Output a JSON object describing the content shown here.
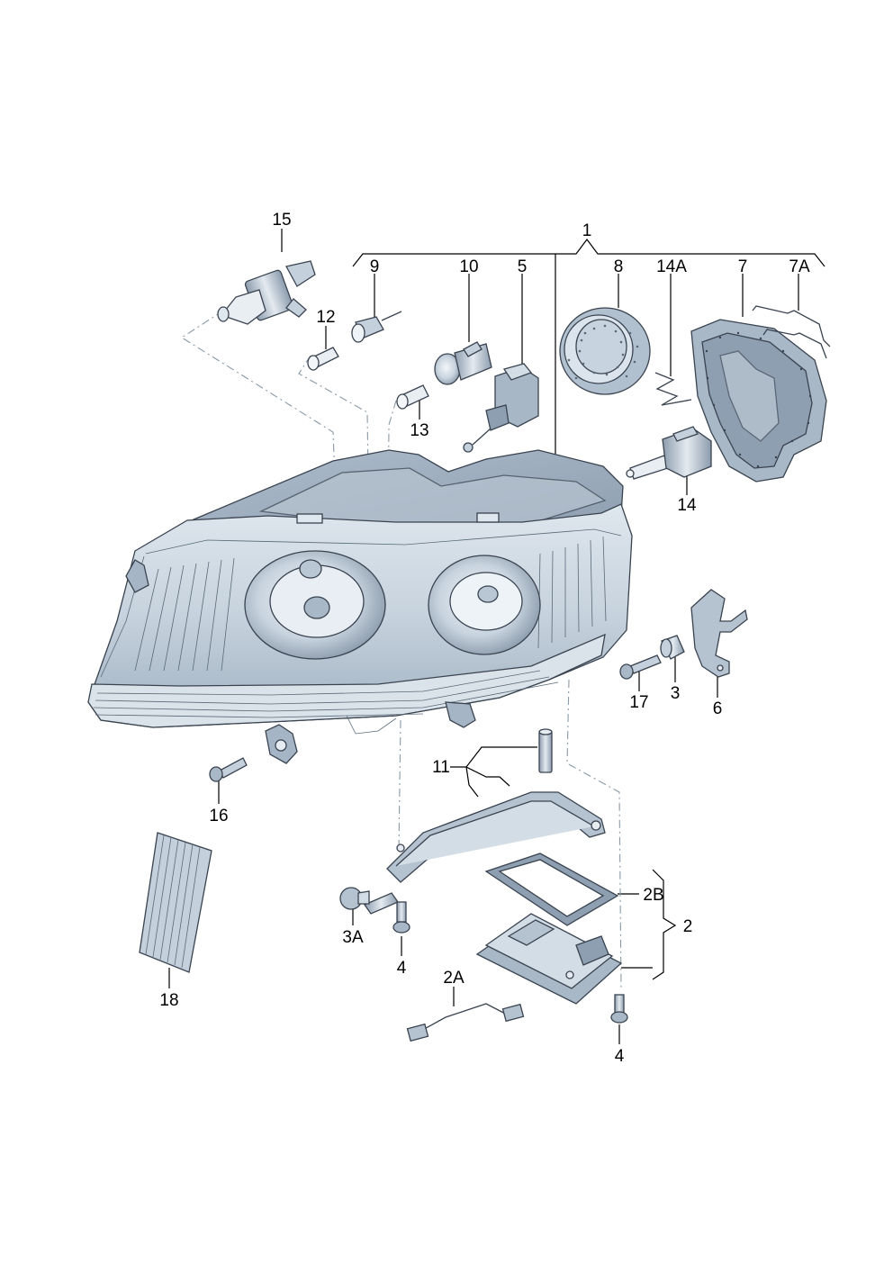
{
  "callouts": {
    "c1": "1",
    "c2": "2",
    "c2A": "2A",
    "c2B": "2B",
    "c3": "3",
    "c3A": "3A",
    "c4a": "4",
    "c4b": "4",
    "c5": "5",
    "c6": "6",
    "c7": "7",
    "c7A": "7A",
    "c8": "8",
    "c9": "9",
    "c10": "10",
    "c11": "11",
    "c12": "12",
    "c13": "13",
    "c14": "14",
    "c14A": "14A",
    "c15": "15",
    "c16": "16",
    "c17": "17",
    "c18": "18"
  },
  "colors": {
    "part_fill": "#c4d0dc",
    "part_dark": "#8e9fb1",
    "part_light": "#e2e9f0",
    "outline": "#3a4350",
    "leader": "#000000"
  }
}
